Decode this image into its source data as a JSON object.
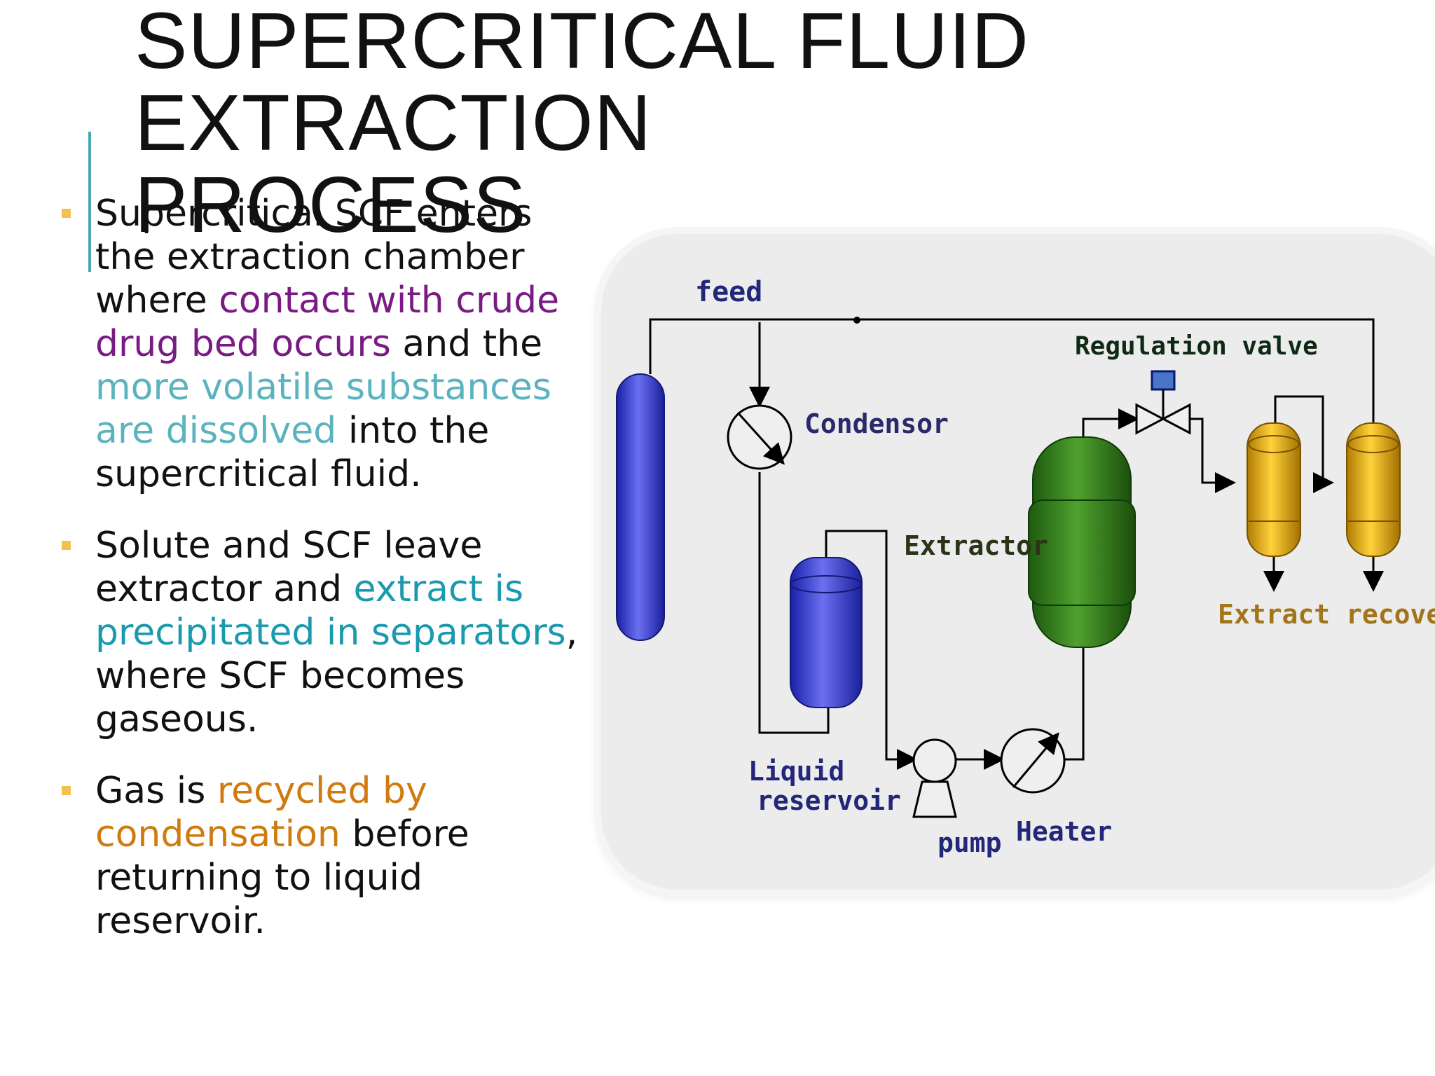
{
  "slide": {
    "title_line1": "SUPERCRITICAL FLUID",
    "title_line2": "EXTRACTION PROCESS"
  },
  "bullets": [
    {
      "segments": [
        {
          "text": "Supercritical SCF enters the extraction chamber where ",
          "color": "default"
        },
        {
          "text": "contact with crude drug bed occurs",
          "color": "purple"
        },
        {
          "text": " and the ",
          "color": "default"
        },
        {
          "text": "more volatile substances are dissolved",
          "color": "teal"
        },
        {
          "text": " into the supercritical fluid.",
          "color": "default"
        }
      ]
    },
    {
      "segments": [
        {
          "text": "Solute and SCF leave extractor and ",
          "color": "default"
        },
        {
          "text": "extract is precipitated in separators",
          "color": "cyan"
        },
        {
          "text": ", where SCF becomes gaseous.",
          "color": "default"
        }
      ]
    },
    {
      "segments": [
        {
          "text": " Gas is ",
          "color": "default"
        },
        {
          "text": "recycled by condensation",
          "color": "orange"
        },
        {
          "text": " before returning to liquid reservoir.",
          "color": "default"
        }
      ]
    }
  ],
  "diagram": {
    "labels": {
      "feed": "feed",
      "regulation_valve": "Regulation valve",
      "condensor": "Condensor",
      "extractor": "Extractor",
      "extract_recovery": "Extract recovery",
      "liquid": "Liquid",
      "reservoir": "reservoir",
      "pump": "pump",
      "heater": "Heater"
    }
  },
  "colors": {
    "purple": "#7a1b84",
    "teal": "#5bb3be",
    "cyan": "#1b9aae",
    "orange": "#cf7b10",
    "bullet_marker": "#f2c14e",
    "accent_line": "#4aa7b4"
  }
}
